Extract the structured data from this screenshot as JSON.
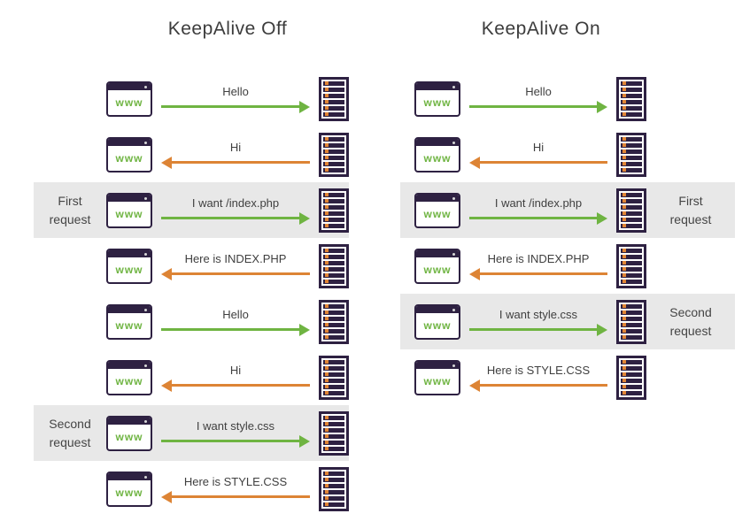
{
  "diagram": {
    "columns": [
      {
        "id": "keepalive-off",
        "title": "KeepAlive Off",
        "rows": [
          {
            "message": "Hello",
            "direction": "right",
            "banded": false,
            "label": "",
            "label_side": ""
          },
          {
            "message": "Hi",
            "direction": "left",
            "banded": false,
            "label": "",
            "label_side": ""
          },
          {
            "message": "I want /index.php",
            "direction": "right",
            "banded": true,
            "label": "First request",
            "label_side": "left"
          },
          {
            "message": "Here is INDEX.PHP",
            "direction": "left",
            "banded": false,
            "label": "",
            "label_side": ""
          },
          {
            "message": "Hello",
            "direction": "right",
            "banded": false,
            "label": "",
            "label_side": ""
          },
          {
            "message": "Hi",
            "direction": "left",
            "banded": false,
            "label": "",
            "label_side": ""
          },
          {
            "message": "I want style.css",
            "direction": "right",
            "banded": true,
            "label": "Second request",
            "label_side": "left"
          },
          {
            "message": "Here is STYLE.CSS",
            "direction": "left",
            "banded": false,
            "label": "",
            "label_side": ""
          }
        ]
      },
      {
        "id": "keepalive-on",
        "title": "KeepAlive On",
        "rows": [
          {
            "message": "Hello",
            "direction": "right",
            "banded": false,
            "label": "",
            "label_side": ""
          },
          {
            "message": "Hi",
            "direction": "left",
            "banded": false,
            "label": "",
            "label_side": ""
          },
          {
            "message": "I want /index.php",
            "direction": "right",
            "banded": true,
            "label": "First request",
            "label_side": "right"
          },
          {
            "message": "Here is INDEX.PHP",
            "direction": "left",
            "banded": false,
            "label": "",
            "label_side": ""
          },
          {
            "message": "I want style.css",
            "direction": "right",
            "banded": true,
            "label": "Second request",
            "label_side": "right"
          },
          {
            "message": "Here is STYLE.CSS",
            "direction": "left",
            "banded": false,
            "label": "",
            "label_side": ""
          }
        ]
      }
    ],
    "icons": {
      "browser": "browser-window-icon",
      "server": "server-icon",
      "browser_label": "www",
      "server_led_rows": 6
    },
    "colors": {
      "request_arrow_green": "#6fb442",
      "response_arrow_orange": "#dd8435",
      "icon_dark_purple": "#2e2142",
      "server_led_orange": "#e08536",
      "band_gray": "#e8e8e8",
      "text_gray": "#3f3f3f"
    }
  }
}
